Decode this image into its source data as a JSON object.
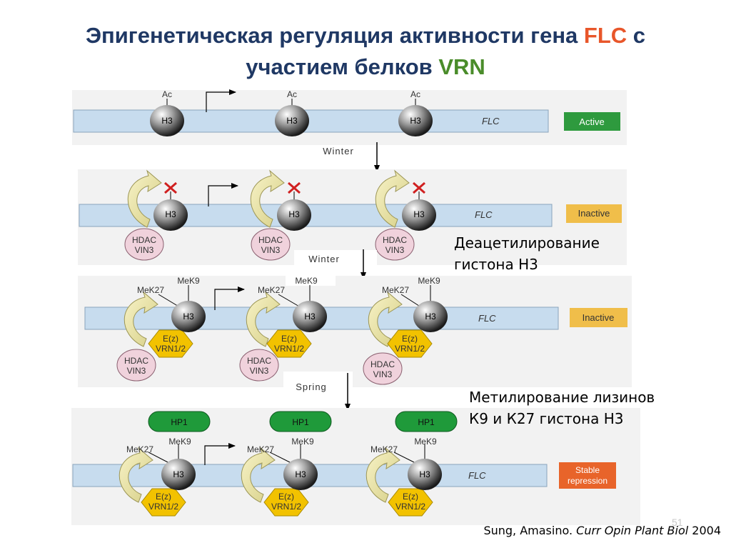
{
  "title": {
    "line1_prefix": "Эпигенетическая регуляция активности гена ",
    "line1_gene": "FLC",
    "line1_suffix": " с",
    "line2_prefix": "участием белков ",
    "line2_protein": "VRN"
  },
  "labels": {
    "ac": "Ac",
    "h3": "H3",
    "flc": "FLC",
    "mek9": "MeK9",
    "mek27": "MeK27",
    "hdac": "HDAC",
    "vin3": "VIN3",
    "ez": "E(z)",
    "vrn12": "VRN1/2",
    "hp1": "HP1"
  },
  "states": {
    "active": "Active",
    "inactive1": "Inactive",
    "inactive2": "Inactive",
    "stable_line1": "Stable",
    "stable_line2": "repression"
  },
  "transitions": {
    "winter1": "Winter",
    "winter2": "Winter",
    "spring": "Spring"
  },
  "notes": {
    "deacetylation_line1": "Деацетилирование",
    "deacetylation_line2": "гистона Н3",
    "methylation_line1": "Метилирование лизинов",
    "methylation_line2": "К9 и К27 гистона Н3"
  },
  "citation": {
    "authors": "Sung, Amasino. ",
    "journal": "Curr Opin Plant Biol",
    "year": " 2004"
  },
  "page_number": "51",
  "colors": {
    "title": "#1f3864",
    "flc": "#e8562a",
    "vrn": "#4a8c2a",
    "dna_bar": "#c7dcee",
    "active": "#2e9a3e",
    "inactive": "#f0be4a",
    "stable": "#e8642a",
    "hdac": "#f0d2dc",
    "ez": "#f2c200",
    "hp1": "#1f9a3a"
  }
}
